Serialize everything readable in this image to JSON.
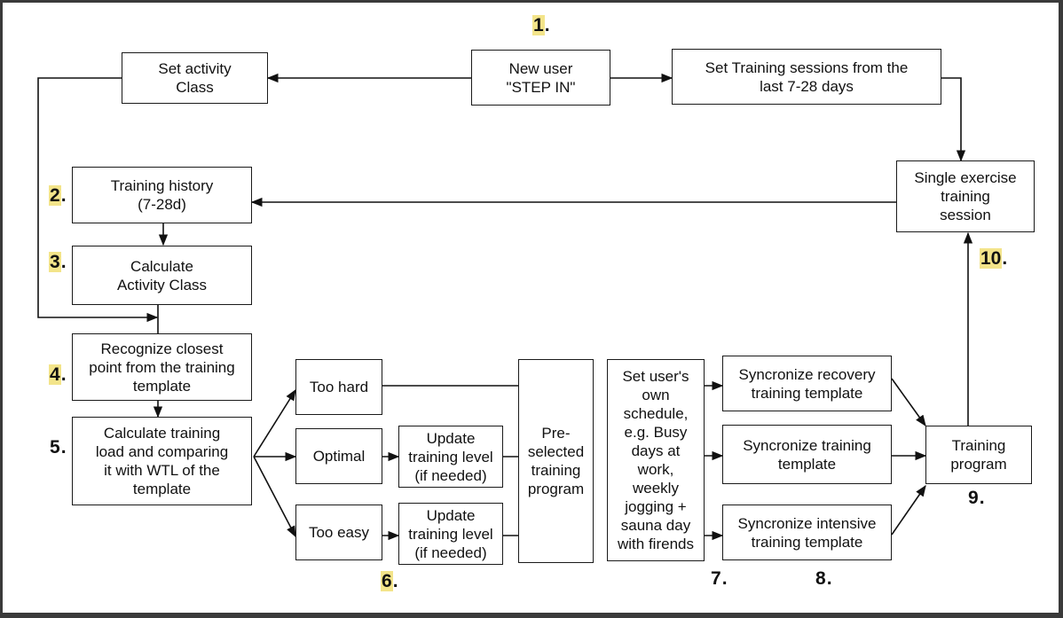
{
  "steps": {
    "s1": "1",
    "s2": "2",
    "s3": "3",
    "s4": "4",
    "s5": "5",
    "s6": "6",
    "s7": "7",
    "s8": "8",
    "s9": "9",
    "s10": "10",
    "highlight_color": "#f3e48a"
  },
  "boxes": {
    "set_activity_class": "Set activity\nClass",
    "new_user": "New user\n\"STEP IN\"",
    "set_training_sessions": "Set Training sessions from the\nlast 7-28 days",
    "training_history": "Training history\n(7-28d)",
    "single_exercise": "Single exercise\ntraining\nsession",
    "calculate_activity_class": "Calculate\nActivity Class",
    "recognize_closest": "Recognize closest\npoint from the training\ntemplate",
    "calculate_training_load": "Calculate training\nload and comparing\nit with WTL of the\ntemplate",
    "too_hard": "Too hard",
    "optimal": "Optimal",
    "too_easy": "Too easy",
    "update_level_1": "Update\ntraining level\n(if needed)",
    "update_level_2": "Update\ntraining level\n(if needed)",
    "preselected_program": "Pre-\nselected\ntraining\nprogram",
    "user_schedule": "Set user's\nown\nschedule,\ne.g. Busy\ndays at\nwork,\nweekly\njogging +\nsauna day\nwith firends",
    "sync_recovery": "Syncronize recovery\ntraining template",
    "sync_training": "Syncronize training\ntemplate",
    "sync_intensive": "Syncronize intensive\ntraining template",
    "training_program": "Training\nprogram"
  }
}
